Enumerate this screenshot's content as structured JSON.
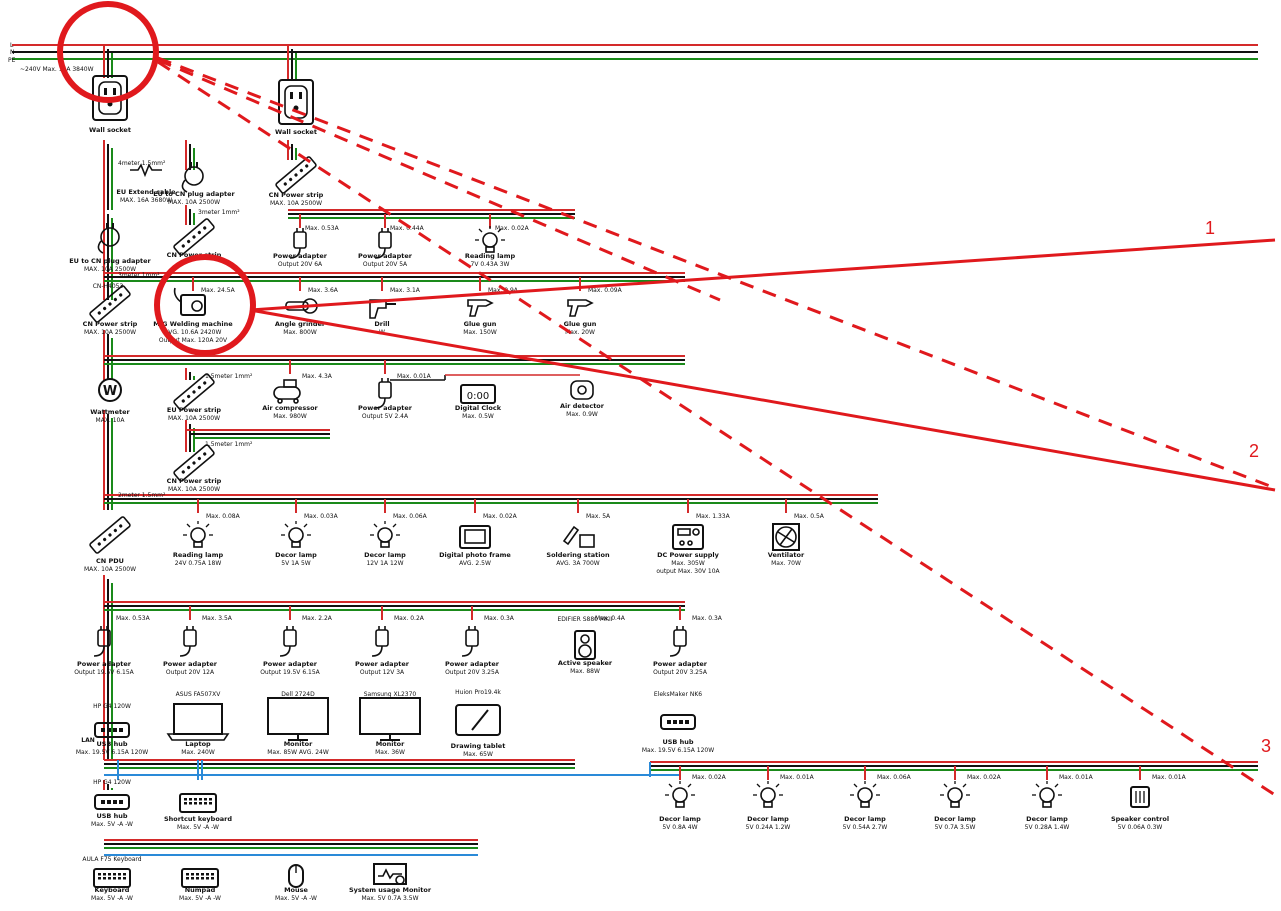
{
  "colors": {
    "live": "#d42a2a",
    "neutral": "#111111",
    "earth": "#1a8a1a",
    "usb": "#2a8ad8",
    "highlight": "#e0191d"
  },
  "mains": {
    "l": "L",
    "n": "N",
    "pe": "PE",
    "spec": "~240V Max. 16A 3840W"
  },
  "callouts": [
    "1",
    "2",
    "3"
  ],
  "devices": [
    {
      "id": "wall1",
      "icon": "outlet-icon",
      "name": "Wall socket",
      "spec": "",
      "above": ""
    },
    {
      "id": "wall2",
      "icon": "outlet-icon",
      "name": "Wall socket",
      "spec": "",
      "above": ""
    },
    {
      "id": "extcable",
      "icon": "cable-icon",
      "name": "EU Extend cable",
      "spec": "MAX. 16A 3680W",
      "above": "4meter 1.5mm²"
    },
    {
      "id": "eucn1",
      "icon": "plug-adapter-icon",
      "name": "EU to CN plug adapter",
      "spec": "MAX. 10A 2500W",
      "above": ""
    },
    {
      "id": "eucn2",
      "icon": "plug-adapter-icon",
      "name": "EU to CN plug adapter",
      "spec": "MAX. 10A 2500W",
      "above": ""
    },
    {
      "id": "cnstrip1",
      "icon": "power-strip-icon",
      "name": "CN Power strip",
      "spec": "MAX. 10A 2500W",
      "above": ""
    },
    {
      "id": "cnstrip2",
      "icon": "power-strip-icon",
      "name": "CN Power strip",
      "spec": "",
      "above": "3meter 1mm²"
    },
    {
      "id": "cnstrip3",
      "icon": "power-strip-icon",
      "name": "CN Power strip",
      "spec": "MAX. 10A 2500W",
      "above": "3meter 1mm²",
      "tag": "CN-H4053"
    },
    {
      "id": "wattmeter",
      "icon": "wattmeter-icon",
      "name": "Wattmeter",
      "spec": "MAX. 10A",
      "above": ""
    },
    {
      "id": "cnpdu",
      "icon": "power-strip-icon",
      "name": "CN PDU",
      "spec": "MAX. 10A 2500W",
      "above": "2meter 1.5mm²"
    },
    {
      "id": "eustrip",
      "icon": "power-strip-icon",
      "name": "EU Power strip",
      "spec": "MAX. 10A 2500W",
      "above": "1.5meter 1mm²"
    },
    {
      "id": "cnstrip4",
      "icon": "power-strip-icon",
      "name": "CN Power strip",
      "spec": "MAX. 10A 2500W",
      "above": "1.5meter 1mm²"
    },
    {
      "id": "padapter1",
      "icon": "power-adapter-icon",
      "name": "Power adapter",
      "spec": "Output 20V 6A",
      "above": "Max. 0.53A"
    },
    {
      "id": "padapter2",
      "icon": "power-adapter-icon",
      "name": "Power adapter",
      "spec": "Output 20V 5A",
      "above": "Max. 0.44A"
    },
    {
      "id": "readlamp1",
      "icon": "bulb-icon",
      "name": "Reading lamp",
      "spec": "7V 0.43A 3W",
      "above": "Max. 0.02A"
    },
    {
      "id": "mig",
      "icon": "welder-icon",
      "name": "MIG Welding machine",
      "spec": "AVG. 10.6A 2420W",
      "spec2": "Output Max. 120A 20V",
      "above": "Max. 24.5A"
    },
    {
      "id": "grinder",
      "icon": "grinder-icon",
      "name": "Angle grinder",
      "spec": "Max. 800W",
      "above": "Max. 3.6A"
    },
    {
      "id": "drill",
      "icon": "drill-icon",
      "name": "Drill",
      "spec": "W",
      "above": "Max. 3.1A"
    },
    {
      "id": "glue1",
      "icon": "glue-gun-icon",
      "name": "Glue gun",
      "spec": "Max. 150W",
      "above": "Max. 0.9A"
    },
    {
      "id": "glue2",
      "icon": "glue-gun-icon",
      "name": "Glue gun",
      "spec": "Max. 20W",
      "above": "Max. 0.09A"
    },
    {
      "id": "aircomp",
      "icon": "compressor-icon",
      "name": "Air compressor",
      "spec": "Max. 980W",
      "above": "Max. 4.3A"
    },
    {
      "id": "padapter3",
      "icon": "power-adapter-icon",
      "name": "Power adapter",
      "spec": "Output 5V 2.4A",
      "above": "Max. 0.01A"
    },
    {
      "id": "clock",
      "icon": "clock-icon",
      "name": "Digital Clock",
      "spec": "Max. 0.5W",
      "above": ""
    },
    {
      "id": "airdet",
      "icon": "air-detector-icon",
      "name": "Air detector",
      "spec": "Max. 0.9W",
      "above": ""
    },
    {
      "id": "readlamp2",
      "icon": "bulb-icon",
      "name": "Reading lamp",
      "spec": "24V 0.75A 18W",
      "above": "Max. 0.08A"
    },
    {
      "id": "decor1",
      "icon": "bulb-icon",
      "name": "Decor lamp",
      "spec": "5V 1A 5W",
      "above": "Max. 0.03A"
    },
    {
      "id": "decor2",
      "icon": "bulb-icon",
      "name": "Decor lamp",
      "spec": "12V 1A 12W",
      "above": "Max. 0.06A"
    },
    {
      "id": "frame",
      "icon": "photo-frame-icon",
      "name": "Digital photo frame",
      "spec": "AVG. 2.5W",
      "above": "Max. 0.02A"
    },
    {
      "id": "solder",
      "icon": "soldering-icon",
      "name": "Soldering station",
      "spec": "AVG. 3A 700W",
      "above": "Max. 5A"
    },
    {
      "id": "dcpsu",
      "icon": "psu-icon",
      "name": "DC Power supply",
      "spec": "Max. 305W",
      "spec2": "output Max. 30V 10A",
      "above": "Max. 1.33A"
    },
    {
      "id": "vent",
      "icon": "fan-icon",
      "name": "Ventilator",
      "spec": "Max. 70W",
      "above": "Max. 0.5A"
    },
    {
      "id": "pa4",
      "icon": "power-adapter-icon",
      "name": "Power adapter",
      "spec": "Output 19.5V 6.15A",
      "above": "Max. 0.53A"
    },
    {
      "id": "pa5",
      "icon": "power-adapter-icon",
      "name": "Power adapter",
      "spec": "Output 20V 12A",
      "above": "Max. 3.5A"
    },
    {
      "id": "pa6",
      "icon": "power-adapter-icon",
      "name": "Power adapter",
      "spec": "Output 19.5V 6.15A",
      "above": "Max. 2.2A"
    },
    {
      "id": "pa7",
      "icon": "power-adapter-icon",
      "name": "Power adapter",
      "spec": "Output 12V 3A",
      "above": "Max. 0.2A"
    },
    {
      "id": "pa8",
      "icon": "power-adapter-icon",
      "name": "Power adapter",
      "spec": "Output 20V 3.25A",
      "above": "Max. 0.3A"
    },
    {
      "id": "speaker",
      "icon": "speaker-icon",
      "name": "Active speaker",
      "spec": "Max. 88W",
      "above": "Max. 0.4A",
      "tag": "EDIFIER S880 MKII"
    },
    {
      "id": "pa9",
      "icon": "power-adapter-icon",
      "name": "Power adapter",
      "spec": "Output 20V 3.25A",
      "above": "Max. 0.3A"
    },
    {
      "id": "usbhub1",
      "icon": "usb-hub-icon",
      "name": "USB hub",
      "spec": "Max. 19.5V 6.15A 120W",
      "above": "",
      "tag": "HP G4 120W"
    },
    {
      "id": "laptop",
      "icon": "laptop-icon",
      "name": "Laptop",
      "spec": "Max. 240W",
      "above": "",
      "tag": "ASUS FA507XV"
    },
    {
      "id": "mon1",
      "icon": "monitor-icon",
      "name": "Monitor",
      "spec": "Max. 85W AVG. 24W",
      "above": "",
      "tag": "Dell 2724D"
    },
    {
      "id": "mon2",
      "icon": "monitor-icon",
      "name": "Monitor",
      "spec": "Max. 36W",
      "above": "",
      "tag": "Samsung XL2370"
    },
    {
      "id": "tablet",
      "icon": "tablet-icon",
      "name": "Drawing tablet",
      "spec": "Max. 65W",
      "above": "",
      "tag": "Huion Pro19.4k"
    },
    {
      "id": "usbhub2",
      "icon": "usb-hub-icon",
      "name": "USB hub",
      "spec": "Max. 19.5V 6.15A 120W",
      "above": "",
      "tag": "EleksMaker NK6"
    },
    {
      "id": "usbhub3",
      "icon": "usb-hub-icon",
      "name": "USB hub",
      "spec": "Max. 5V -A -W",
      "above": "",
      "tag": "HP G4 120W"
    },
    {
      "id": "shortcut",
      "icon": "keyboard-icon",
      "name": "Shortcut keyboard",
      "spec": "Max. 5V -A -W",
      "above": ""
    },
    {
      "id": "keyboard",
      "icon": "keyboard-icon",
      "name": "Keyboard",
      "spec": "Max. 5V -A -W",
      "above": "",
      "tag": "AULA F75 Keyboard"
    },
    {
      "id": "numpad",
      "icon": "keyboard-icon",
      "name": "Numpad",
      "spec": "Max. 5V -A -W",
      "above": ""
    },
    {
      "id": "mouse",
      "icon": "mouse-icon",
      "name": "Mouse",
      "spec": "Max. 5V -A -W",
      "above": ""
    },
    {
      "id": "sysmon",
      "icon": "system-monitor-icon",
      "name": "System usage Monitor",
      "spec": "Max. 5V 0.7A 3.5W",
      "above": ""
    },
    {
      "id": "decor3",
      "icon": "bulb-icon",
      "name": "Decor lamp",
      "spec": "5V 0.8A 4W",
      "above": "Max. 0.02A"
    },
    {
      "id": "decor4",
      "icon": "bulb-icon",
      "name": "Decor lamp",
      "spec": "5V 0.24A 1.2W",
      "above": "Max. 0.01A"
    },
    {
      "id": "decor5",
      "icon": "bulb-icon",
      "name": "Decor lamp",
      "spec": "5V 0.54A 2.7W",
      "above": "Max. 0.06A"
    },
    {
      "id": "decor6",
      "icon": "bulb-icon",
      "name": "Decor lamp",
      "spec": "5V 0.7A 3.5W",
      "above": "Max. 0.02A"
    },
    {
      "id": "decor7",
      "icon": "bulb-icon",
      "name": "Decor lamp",
      "spec": "5V 0.28A 1.4W",
      "above": "Max. 0.01A"
    },
    {
      "id": "spkctl",
      "icon": "speaker-control-icon",
      "name": "Speaker control",
      "spec": "5V 0.06A 0.3W",
      "above": "Max. 0.01A"
    }
  ]
}
